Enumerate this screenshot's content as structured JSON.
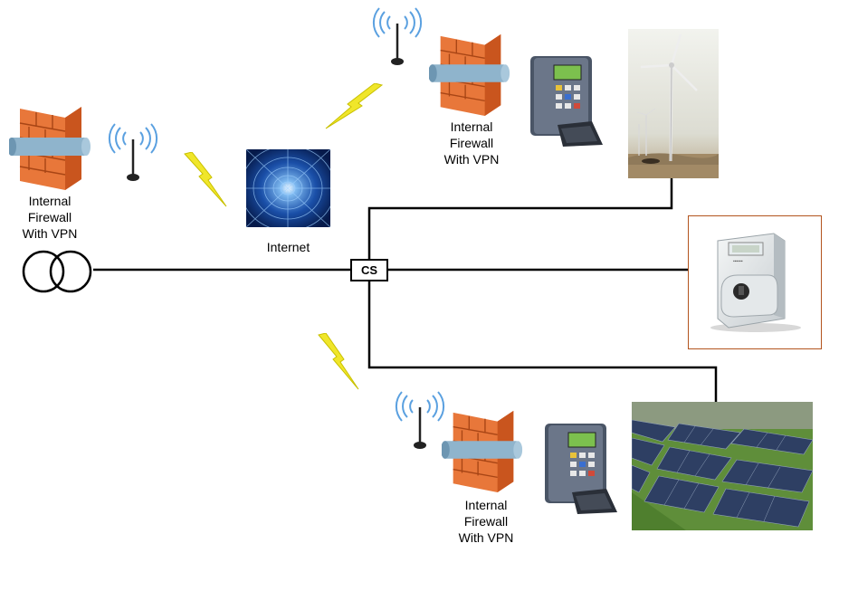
{
  "nodes": {
    "firewall_left": {
      "label_lines": [
        "Internal",
        "Firewall",
        "With VPN"
      ]
    },
    "firewall_top": {
      "label_lines": [
        "Internal",
        "Firewall",
        "With VPN"
      ]
    },
    "firewall_bottom": {
      "label_lines": [
        "Internal",
        "Firewall",
        "With VPN"
      ]
    },
    "internet": {
      "label": "Internet"
    },
    "switch": {
      "label": "CS"
    }
  },
  "icons": {
    "firewall": "firewall-icon",
    "antenna": "wireless-antenna-icon",
    "lightning": "lightning-bolt-icon",
    "transformer": "transformer-icon",
    "controller": "controller-device-icon",
    "wind": "wind-turbine-photo",
    "meter": "electric-meter-photo",
    "solar": "solar-panel-photo",
    "internet": "internet-tunnel-image"
  },
  "colors": {
    "firewall_brick": "#e8773a",
    "firewall_brick_dark": "#c9551e",
    "pipe": "#8fb4cc",
    "antenna_waves": "#5aa0e0",
    "lightning": "#f0e62a",
    "meter_frame": "#b3541e",
    "lines": "#000000"
  }
}
